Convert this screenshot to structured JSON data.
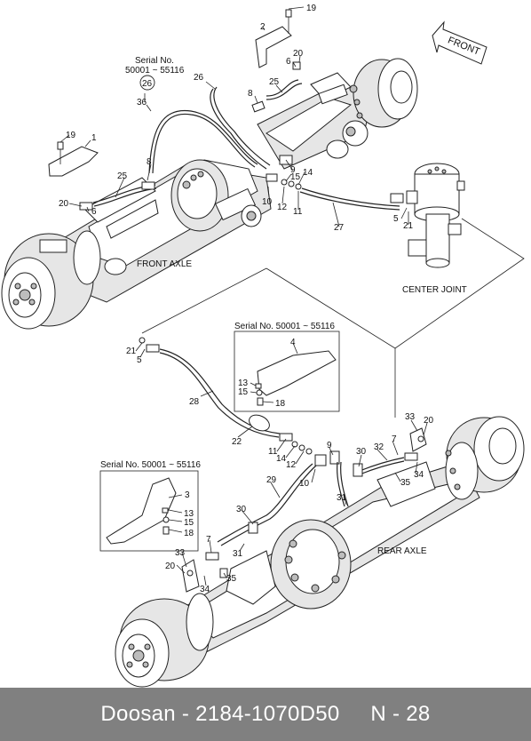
{
  "footer": {
    "text": "Doosan - 2184-1070D50     N - 28"
  },
  "direction": {
    "front": "FRONT"
  },
  "captions": {
    "front_axle": "FRONT AXLE",
    "rear_axle": "REAR AXLE",
    "center_joint": "CENTER JOINT",
    "serial_top_line1": "Serial No.",
    "serial_top_line2": "50001 ~ 55116",
    "serial_middle": "Serial No. 50001 ~ 55116",
    "serial_lower": "Serial No. 50001 ~ 55116"
  },
  "callouts": {
    "c19a": "19",
    "c2": "2",
    "c20a": "20",
    "c6a": "6",
    "c25a": "25",
    "c8a": "8",
    "c26a": "26",
    "c26b": "26",
    "c36": "36",
    "c19b": "19",
    "c1": "1",
    "c8b": "8",
    "c25b": "25",
    "c20b": "20",
    "c6b": "6",
    "c9a": "9",
    "c15a": "15",
    "c14a": "14",
    "c10a": "10",
    "c12a": "12",
    "c11a": "11",
    "c27": "27",
    "c5a": "5",
    "c21a": "21",
    "c21b": "21",
    "c5b": "5",
    "c4": "4",
    "c13a": "13",
    "c15b": "15",
    "c18a": "18",
    "c28": "28",
    "c22": "22",
    "c33a": "33",
    "c20c": "20",
    "c11b": "11",
    "c14b": "14",
    "c12b": "12",
    "c9b": "9",
    "c10b": "10",
    "c30a": "30",
    "c32": "32",
    "c7a": "7",
    "c35a": "35",
    "c34a": "34",
    "c31a": "31",
    "c29": "29",
    "c3": "3",
    "c13b": "13",
    "c15c": "15",
    "c18b": "18",
    "c30b": "30",
    "c7b": "7",
    "c31b": "31",
    "c33b": "33",
    "c20d": "20",
    "c35b": "35",
    "c34b": "34"
  }
}
